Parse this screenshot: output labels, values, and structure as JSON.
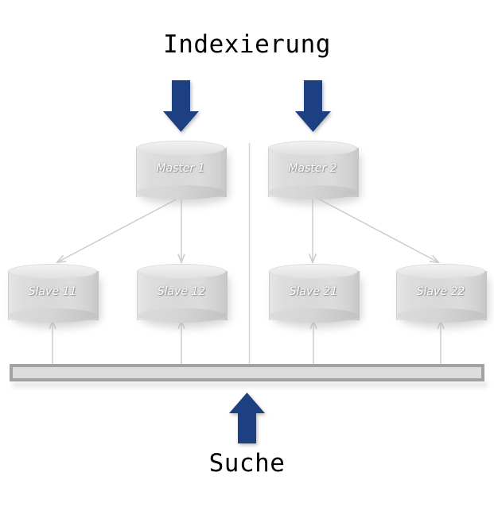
{
  "diagram": {
    "title_top": "Indexierung",
    "title_bottom": "Suche",
    "colors": {
      "arrow_blue": "#1c3f82",
      "cylinder_fill": "#d9d9d9",
      "cylinder_top": "#ececec",
      "connector_gray": "#cfcfcf",
      "bar_fill": "#dddddd",
      "bar_border": "#a2a2a2",
      "label_text": "#ffffff",
      "title_text": "#000000"
    },
    "masters": [
      {
        "id": "master-1",
        "label": "Master 1"
      },
      {
        "id": "master-2",
        "label": "Master 2"
      }
    ],
    "slaves": [
      {
        "id": "slave-11",
        "label": "Slave 11"
      },
      {
        "id": "slave-12",
        "label": "Slave 12"
      },
      {
        "id": "slave-21",
        "label": "Slave 21"
      },
      {
        "id": "slave-22",
        "label": "Slave 22"
      }
    ],
    "bus": {
      "name": "search-bus-bar"
    },
    "arrows": {
      "index_to_master_1": "down-arrow-blue",
      "index_to_master_2": "down-arrow-blue",
      "search_to_bus": "up-arrow-blue",
      "master_to_slave": "replication-arrow",
      "bus_to_slave": "query-arrow"
    },
    "divider": "shard-divider-line"
  }
}
